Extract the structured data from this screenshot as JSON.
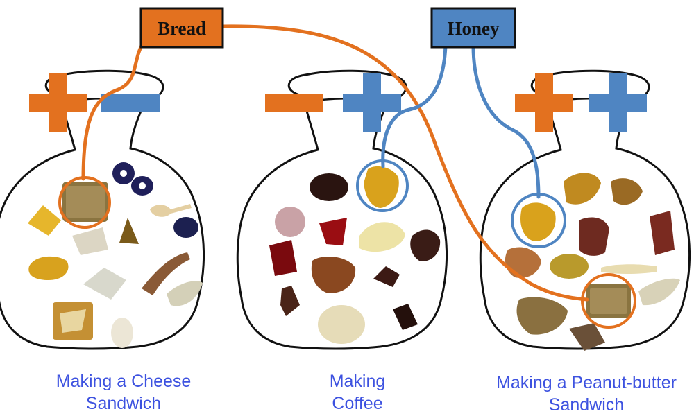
{
  "tags": {
    "bread": {
      "label": "Bread",
      "color": "#e3711f"
    },
    "honey": {
      "label": "Honey",
      "color": "#4f85c2"
    }
  },
  "bags": [
    {
      "caption_line1": "Making a Cheese",
      "caption_line2": "Sandwich",
      "left_sign": "plus",
      "right_sign": "minus"
    },
    {
      "caption_line1": "Making",
      "caption_line2": "Coffee",
      "left_sign": "minus",
      "right_sign": "plus"
    },
    {
      "caption_line1": "Making a Peanut-butter",
      "caption_line2": "Sandwich",
      "left_sign": "plus",
      "right_sign": "plus"
    }
  ],
  "colors": {
    "orange": "#e3711f",
    "blue": "#4f85c2",
    "caption": "#3d52e0"
  }
}
